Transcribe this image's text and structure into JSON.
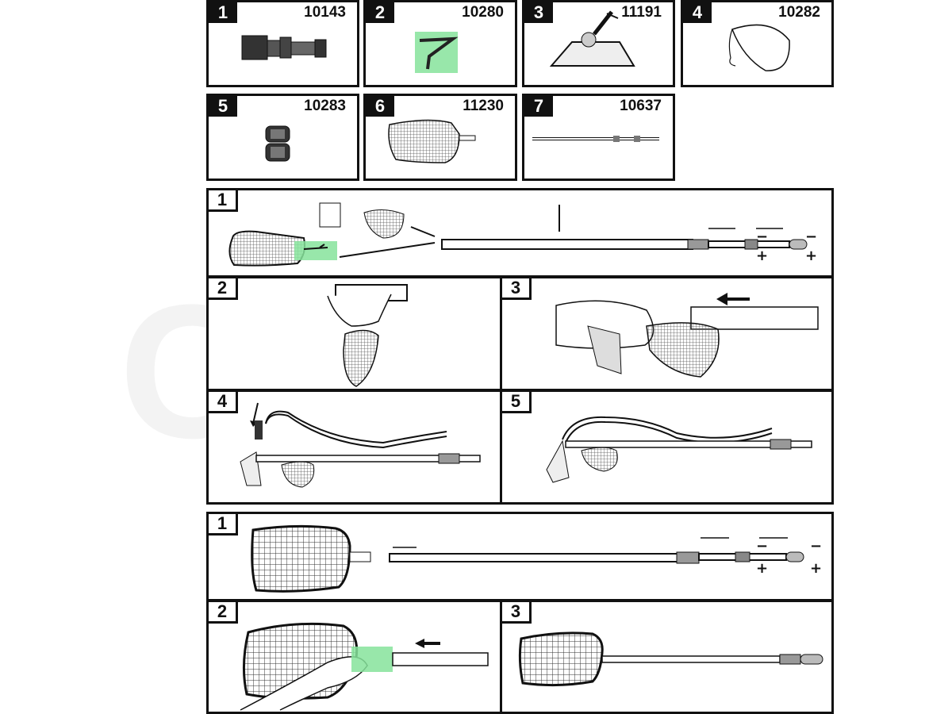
{
  "parts": [
    {
      "num": "1",
      "code": "10143",
      "icon": "hose-adapter-icon"
    },
    {
      "num": "2",
      "code": "10280",
      "icon": "clip-icon"
    },
    {
      "num": "3",
      "code": "11191",
      "icon": "vacuum-head-icon"
    },
    {
      "num": "4",
      "code": "10282",
      "icon": "filter-bag-icon"
    },
    {
      "num": "5",
      "code": "10283",
      "icon": "coupling-icon"
    },
    {
      "num": "6",
      "code": "11230",
      "icon": "skimmer-net-icon"
    },
    {
      "num": "7",
      "code": "10637",
      "icon": "telescopic-pole-icon"
    }
  ],
  "vacuum_steps": [
    "1",
    "2",
    "3",
    "4",
    "5"
  ],
  "skimmer_steps": [
    "1",
    "2",
    "3"
  ],
  "symbols": {
    "minus": "−",
    "plus": "+"
  },
  "highlight_color": "#86e39b"
}
